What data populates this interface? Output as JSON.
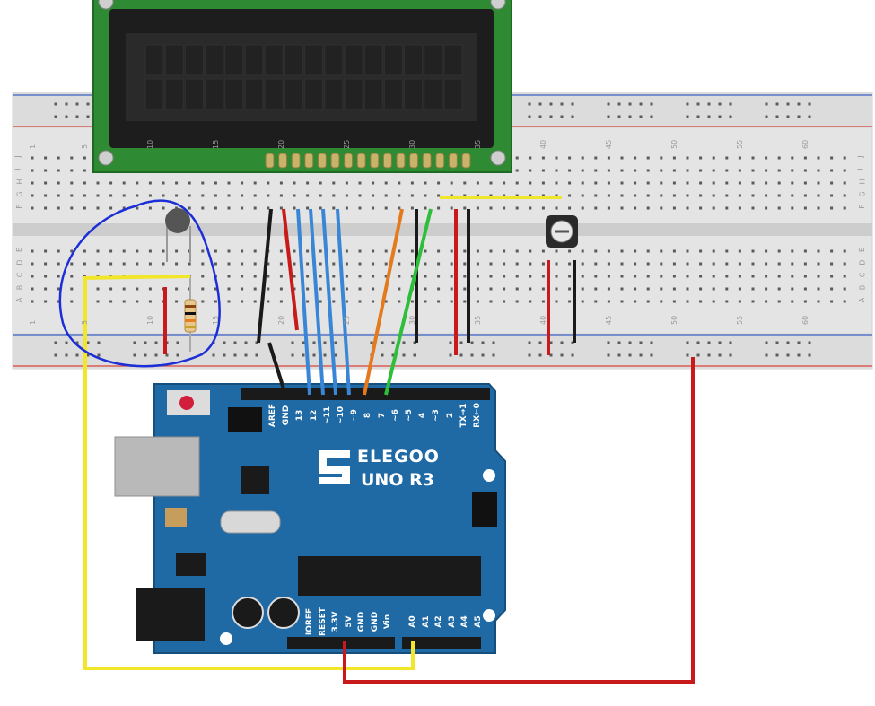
{
  "breadboard": {
    "top_numbers": [
      "1",
      "5",
      "10",
      "15",
      "20",
      "25",
      "30",
      "35",
      "40",
      "45",
      "50",
      "55",
      "60"
    ],
    "bottom_numbers": [
      "1",
      "5",
      "10",
      "15",
      "20",
      "25",
      "30",
      "35",
      "40",
      "45",
      "50",
      "55",
      "60"
    ],
    "row_letters_top": [
      "J",
      "I",
      "H",
      "G",
      "F"
    ],
    "row_letters_bottom": [
      "E",
      "D",
      "C",
      "B",
      "A"
    ]
  },
  "arduino": {
    "brand_name": "ELEGOO",
    "model": "UNO R3",
    "digital_pins": [
      "AREF",
      "GND",
      "13",
      "12",
      "~11",
      "~10",
      "~9",
      "8",
      "7",
      "~6",
      "~5",
      "4",
      "~3",
      "2",
      "TX→1",
      "RX←0"
    ],
    "power_pins": [
      "IOREF",
      "RESET",
      "3.3V",
      "5V",
      "GND",
      "GND",
      "Vin"
    ],
    "analog_pins": [
      "A0",
      "A1",
      "A2",
      "A3",
      "A4",
      "A5"
    ]
  },
  "colors": {
    "breadboard": "#e4e4e4",
    "rail_red": "#d9443a",
    "rail_blue": "#3b5fc4",
    "lcd_pcb": "#2f8a34",
    "lcd_bezel": "#1d1d1d",
    "arduino_board": "#1f6aa5",
    "wire_yellow": "#f2e62a",
    "wire_red": "#c81a1a",
    "wire_black": "#1a1a1a",
    "wire_blue": "#3a86d6",
    "wire_orange": "#e47a1e",
    "wire_green": "#2dbf3a",
    "annotation_circle": "#1c2fd6"
  }
}
